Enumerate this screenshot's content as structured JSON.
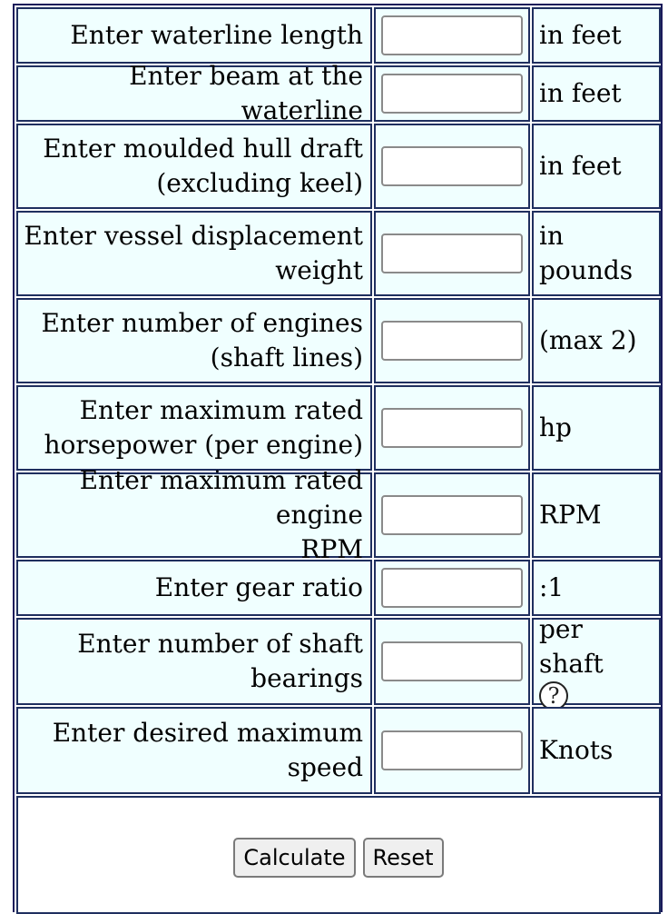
{
  "rows": [
    {
      "label_lines": [
        "Enter waterline length"
      ],
      "unit_lines": [
        "in feet"
      ]
    },
    {
      "label_lines": [
        "Enter beam at the waterline"
      ],
      "unit_lines": [
        "in feet"
      ]
    },
    {
      "label_lines": [
        "Enter moulded hull draft",
        "(excluding keel)"
      ],
      "unit_lines": [
        "in feet"
      ]
    },
    {
      "label_lines": [
        "Enter vessel displacement",
        "weight"
      ],
      "unit_lines": [
        "in",
        "pounds"
      ]
    },
    {
      "label_lines": [
        "Enter number of engines",
        "(shaft lines)"
      ],
      "unit_lines": [
        "(max 2)"
      ]
    },
    {
      "label_lines": [
        "Enter maximum rated",
        "horsepower (per engine)"
      ],
      "unit_lines": [
        "hp"
      ]
    },
    {
      "label_lines": [
        "Enter maximum rated engine",
        "RPM"
      ],
      "unit_lines": [
        "RPM"
      ]
    },
    {
      "label_lines": [
        "Enter gear ratio"
      ],
      "unit_lines": [
        ":1"
      ]
    },
    {
      "label_lines": [
        "Enter number of shaft",
        "bearings"
      ],
      "unit_lines": [
        "per shaft"
      ],
      "help_icon": "question-circle-icon",
      "help_glyph": "?"
    },
    {
      "label_lines": [
        "Enter desired maximum",
        "speed"
      ],
      "unit_lines": [
        "Knots"
      ]
    }
  ],
  "buttons": {
    "calculate_label": "Calculate",
    "reset_label": "Reset"
  }
}
